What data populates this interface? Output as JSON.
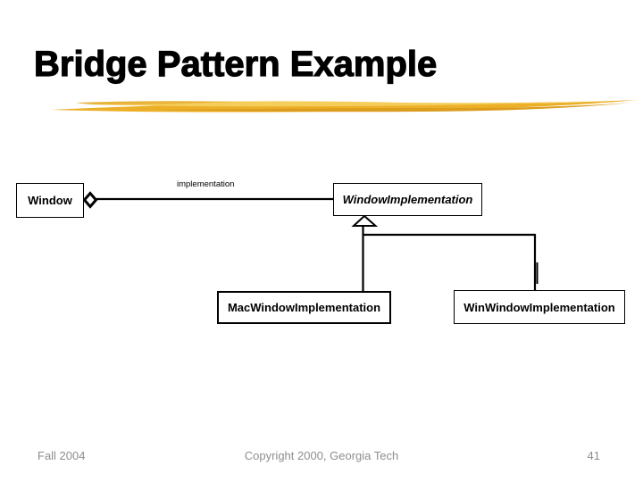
{
  "slide": {
    "title": "Bridge Pattern Example",
    "accent_color": "#ECAF28"
  },
  "diagram": {
    "classes": [
      {
        "id": "window",
        "label": "Window"
      },
      {
        "id": "window-implementation",
        "label": "WindowImplementation"
      },
      {
        "id": "mac-window-implementation",
        "label": "MacWindowImplementation"
      },
      {
        "id": "win-window-implementation",
        "label": "WinWindowImplementation"
      }
    ],
    "relation_label": "implementation",
    "relations": [
      {
        "type": "aggregation",
        "from": "window",
        "to": "window-implementation",
        "label": "implementation"
      },
      {
        "type": "inheritance",
        "from": "mac-window-implementation",
        "to": "window-implementation"
      },
      {
        "type": "inheritance",
        "from": "win-window-implementation",
        "to": "window-implementation"
      }
    ]
  },
  "footer": {
    "left": "Fall 2004",
    "center": "Copyright 2000, Georgia Tech",
    "page_number": "41"
  }
}
